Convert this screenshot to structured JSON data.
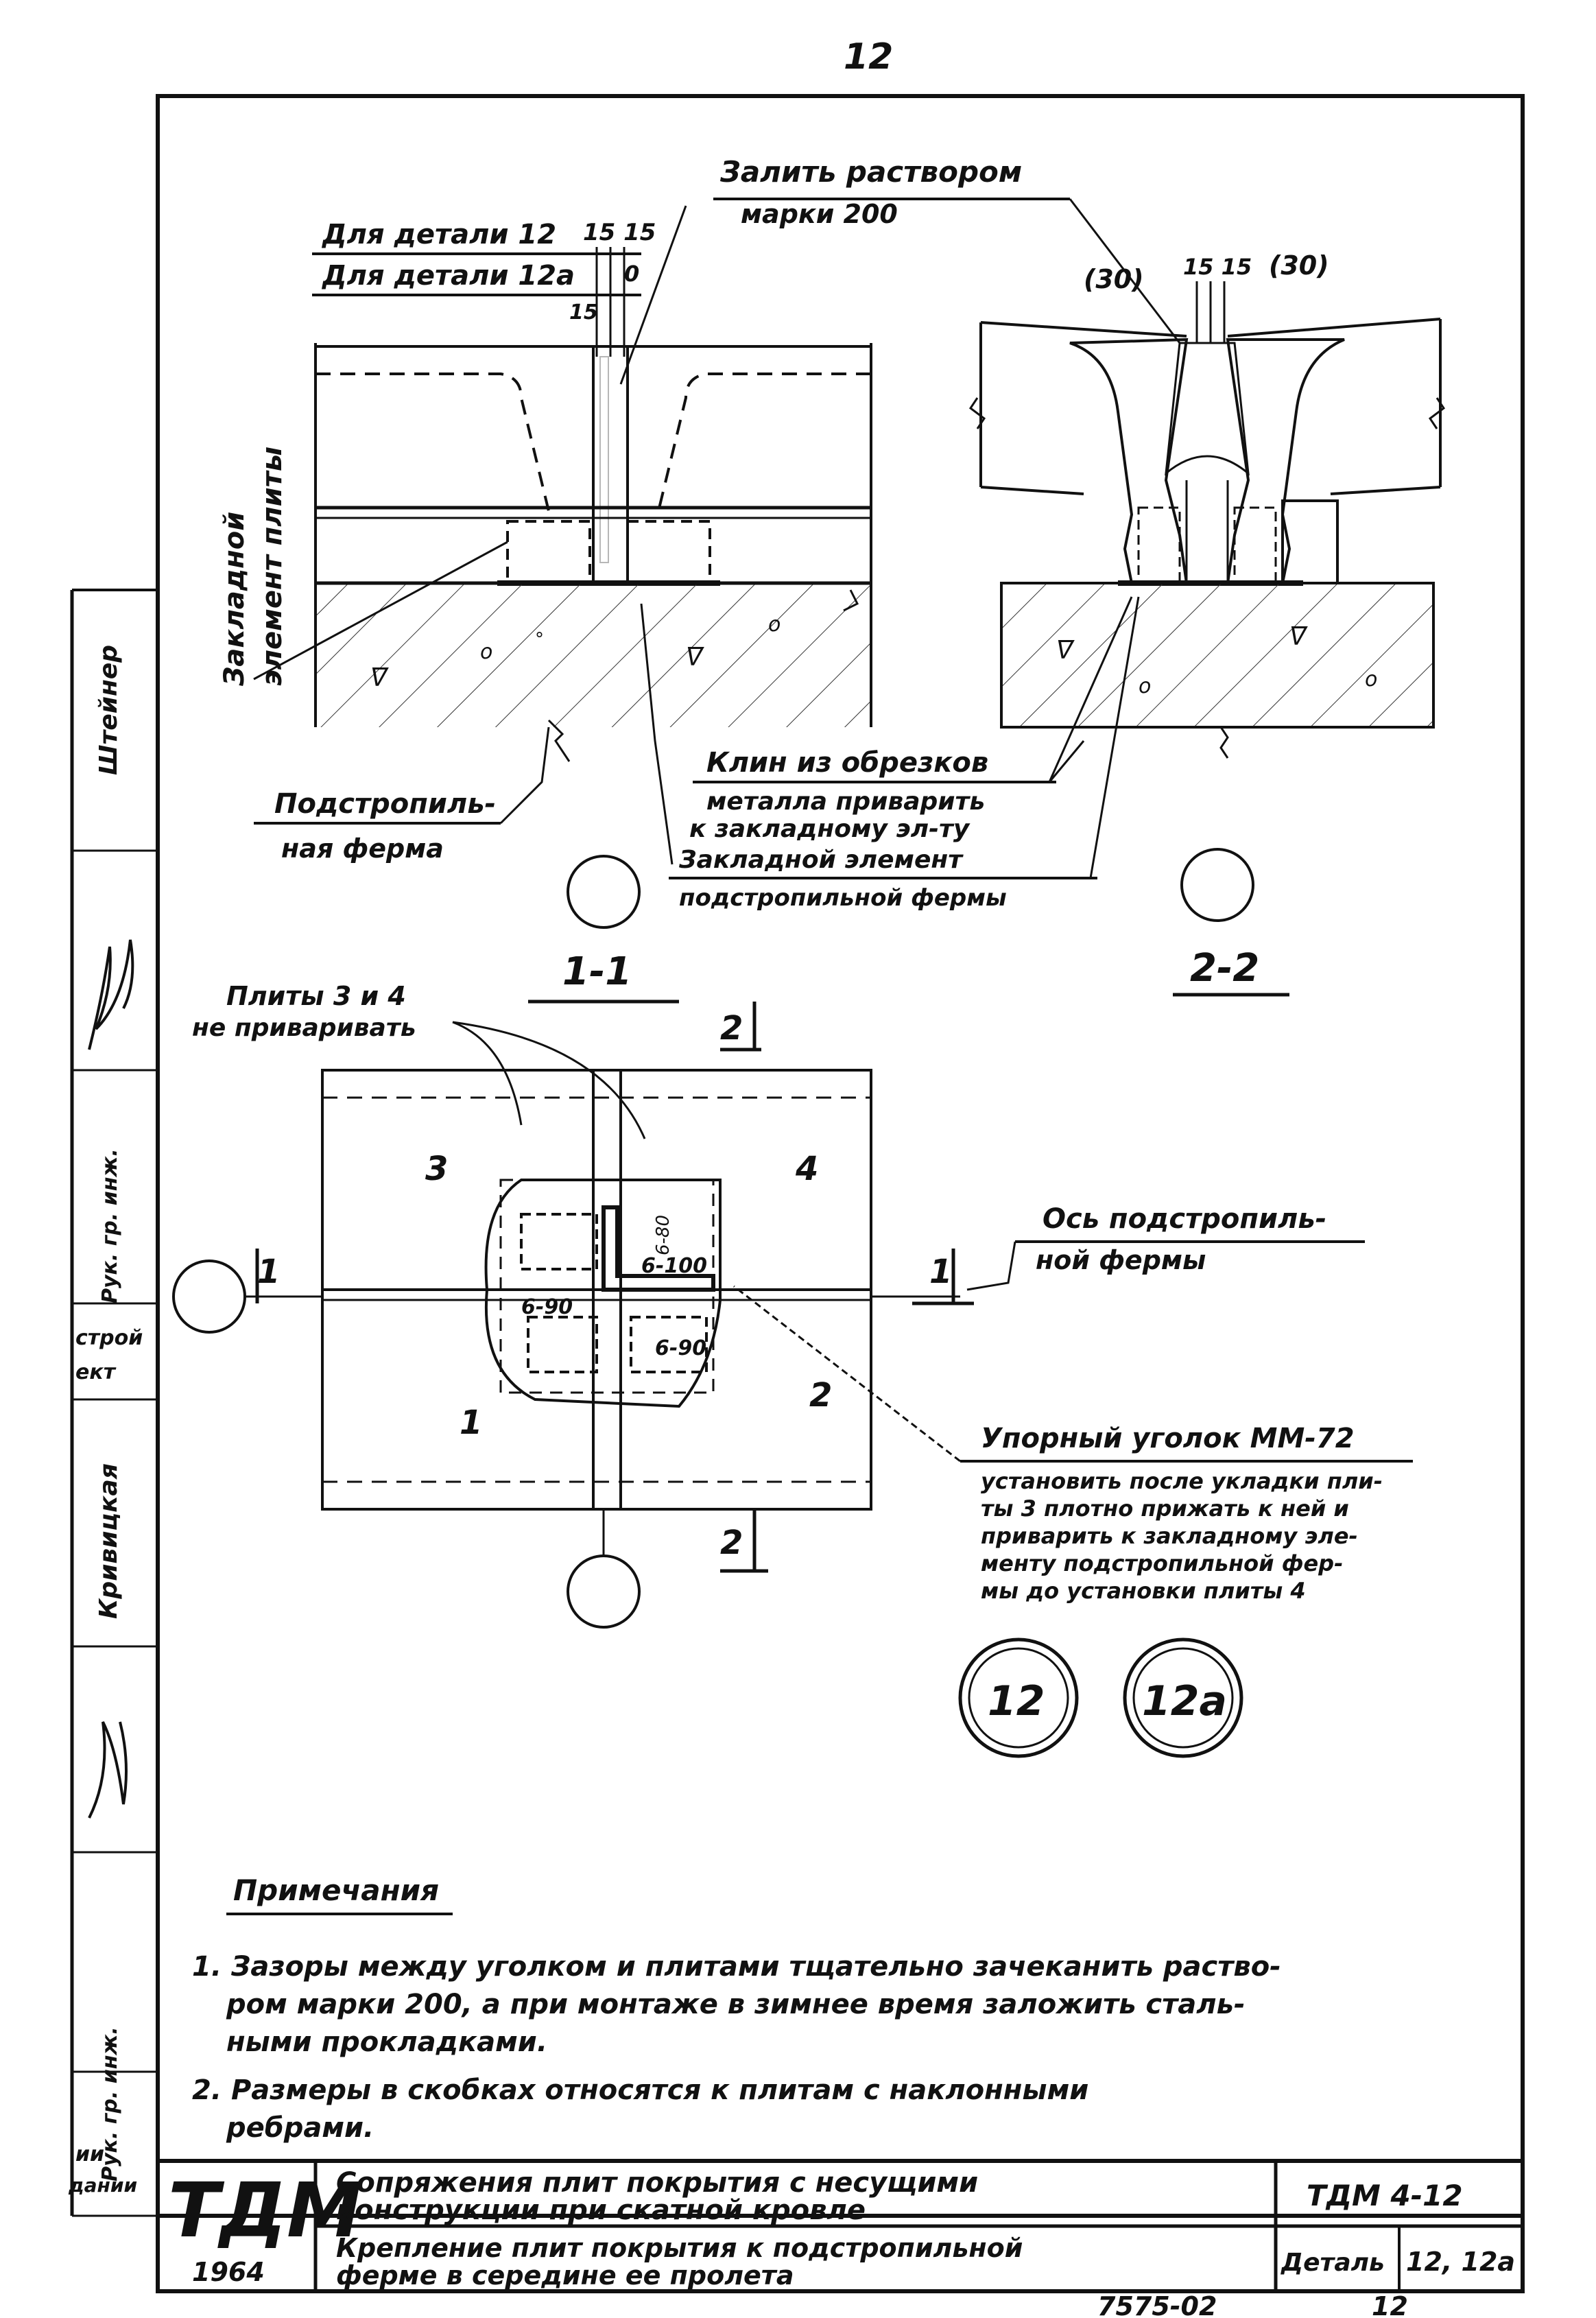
{
  "page_number_top": "12",
  "detail_section_top_left": {
    "top_label": "Залить раствором",
    "top_label_2": "марки 200",
    "for_detail_12": "Для детали 12",
    "for_detail_12a": "Для детали 12а",
    "dim_15_15": "15 15",
    "dim_0": "0",
    "dim_15": "15",
    "vert_label_1": "Закладной",
    "vert_label_2": "элемент плиты",
    "truss_label_1": "Подстропиль-",
    "truss_label_2": "ная ферма"
  },
  "detail_section_top_right": {
    "dim_30_left": "(30)",
    "dim_15_15": "15 15",
    "dim_30_right": "(30)",
    "wedge_1": "Клин из обрезков",
    "wedge_2": "металла приварить",
    "wedge_3": "к закладному эл-ту",
    "embedded_1": "Закладной элемент",
    "embedded_2": "подстропильной фермы",
    "section_name": "2-2"
  },
  "plan_view": {
    "section_name": "1-1",
    "no_weld_1": "Плиты 3 и 4",
    "no_weld_2": "не приваривать",
    "plate_3": "3",
    "plate_4": "4",
    "plate_1": "1",
    "plate_2": "2",
    "section_mark_2_top": "2",
    "section_mark_2_bottom": "2",
    "section_mark_1_left": "1",
    "section_mark_1_right": "1",
    "weld_6_80": "6-80",
    "weld_6_100": "6-100",
    "weld_6_90_left": "6-90",
    "weld_6_90_right": "6-90",
    "axis_label_1": "Ось подстропиль-",
    "axis_label_2": "ной фермы",
    "angle_label": "Упорный уголок ММ-72",
    "angle_note_1": "установить после укладки пли-",
    "angle_note_2": "ты 3 плотно прижать к ней и",
    "angle_note_3": "приварить к закладному эле-",
    "angle_note_4": "менту подстропильной фер-",
    "angle_note_5": "мы до установки плиты 4",
    "detail_circle_12": "12",
    "detail_circle_12a": "12а"
  },
  "notes": {
    "heading": "Примечания",
    "note_1_line_1": "1. Зазоры между уголком и плитами тщательно зачеканить раство-",
    "note_1_line_2": "ром марки 200, а при монтаже в зимнее время заложить сталь-",
    "note_1_line_3": "ными прокладками.",
    "note_2_line_1": "2. Размеры в скобках относятся к плитам с наклонными",
    "note_2_line_2": "ребрами."
  },
  "side_stamp": {
    "name_1": "Штейнер",
    "role_1": "Рук. гр. инж.",
    "name_2": "Кривицкая",
    "role_2": "Рук. гр. инж.",
    "org_1": "строй",
    "org_2": "ект",
    "org_3": "ии",
    "org_4": "дании"
  },
  "title_block": {
    "logo": "ТДМ",
    "year": "1964",
    "title_1": "Сопряжения плит покрытия с несущими",
    "title_2": "конструкции при скатной кровле",
    "subtitle_1": "Крепление плит покрытия к подстропильной",
    "subtitle_2": "ферме в середине ее пролета",
    "code": "ТДМ 4-12",
    "detail_label": "Деталь",
    "detail_value": "12, 12а"
  },
  "footer": {
    "sheet_code": "7575-02",
    "page": "12"
  }
}
